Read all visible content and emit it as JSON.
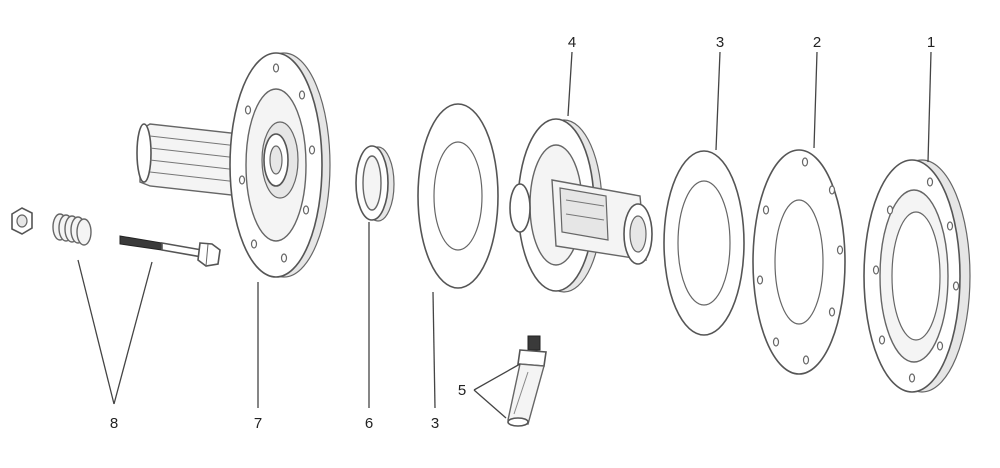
{
  "callouts": {
    "c1": "1",
    "c2": "2",
    "c3_right": "3",
    "c4": "4",
    "c3_left": "3",
    "c5": "5",
    "c6": "6",
    "c7": "7",
    "c8": "8"
  }
}
